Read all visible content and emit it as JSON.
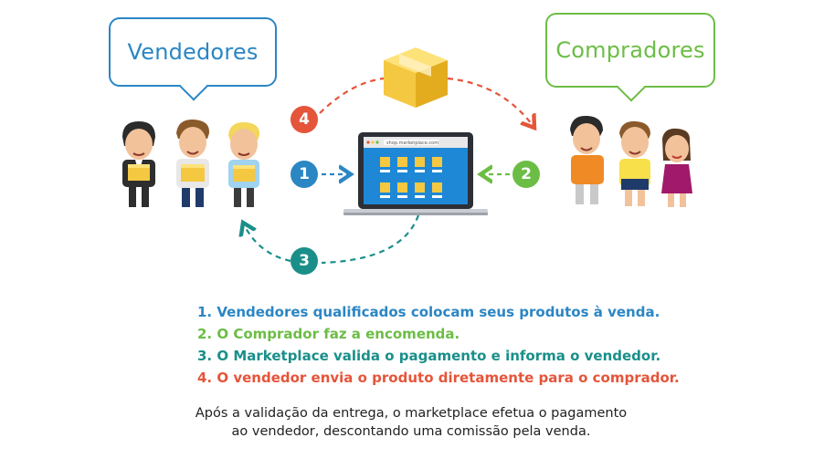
{
  "diagram": {
    "sellers_label": "Vendedores",
    "buyers_label": "Compradores",
    "badges": {
      "step1": "1",
      "step2": "2",
      "step3": "3",
      "step4": "4"
    },
    "laptop_url": "shop.marketplace.com",
    "steps": [
      "1. Vendedores qualificados colocam seus produtos à venda.",
      "2. O Comprador faz a encomenda.",
      "3. O Marketplace valida o pagamento e informa o vendedor.",
      "4. O vendedor envia o produto diretamente para o comprador."
    ],
    "note_line1": "Após a validação da entrega, o marketplace efetua o pagamento",
    "note_line2": "ao vendedor, descontando uma comissão pela venda."
  },
  "colors": {
    "blue": "#2b86c4",
    "green": "#6cbd45",
    "teal": "#1a8f8a",
    "orange": "#e5553a",
    "box": "#f5c842"
  }
}
